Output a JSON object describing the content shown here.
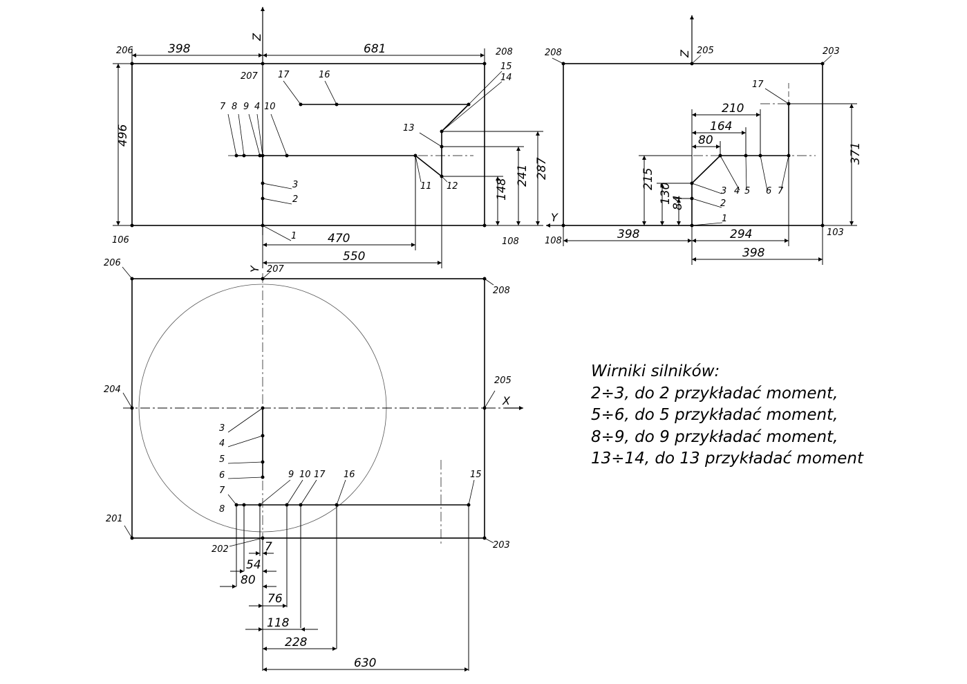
{
  "views": {
    "front": {
      "axes": {
        "vertical": "Z"
      },
      "dims": [
        "398",
        "681",
        "496",
        "470",
        "550",
        "148",
        "241",
        "287"
      ],
      "points": [
        "206",
        "208",
        "207",
        "106",
        "108",
        "17",
        "16",
        "15",
        "14",
        "7",
        "8",
        "9",
        "4",
        "10",
        "13",
        "11",
        "12",
        "3",
        "2",
        "1"
      ]
    },
    "side": {
      "axes": {
        "vertical": "Z",
        "horizontal": "Y"
      },
      "dims": [
        "210",
        "164",
        "80",
        "215",
        "130",
        "84",
        "371",
        "398",
        "294",
        "398"
      ],
      "points": [
        "208",
        "205",
        "203",
        "17",
        "3",
        "4",
        "5",
        "6",
        "7",
        "2",
        "1",
        "108",
        "103"
      ]
    },
    "top": {
      "axes": {
        "vertical": "Y",
        "horizontal": "X"
      },
      "dims": [
        "7",
        "54",
        "80",
        "76",
        "118",
        "228",
        "630"
      ],
      "points": [
        "206",
        "207",
        "208",
        "204",
        "205",
        "3",
        "4",
        "5",
        "6",
        "7",
        "8",
        "9",
        "10",
        "17",
        "16",
        "15",
        "201",
        "202",
        "203"
      ]
    }
  },
  "notes": {
    "title": "Wirniki silników:",
    "lines": [
      "2÷3, do 2 przykładać moment,",
      "5÷6, do 5 przykładać moment,",
      "8÷9, do 9 przykładać moment,",
      "13÷14, do 13 przykładać moment"
    ]
  }
}
